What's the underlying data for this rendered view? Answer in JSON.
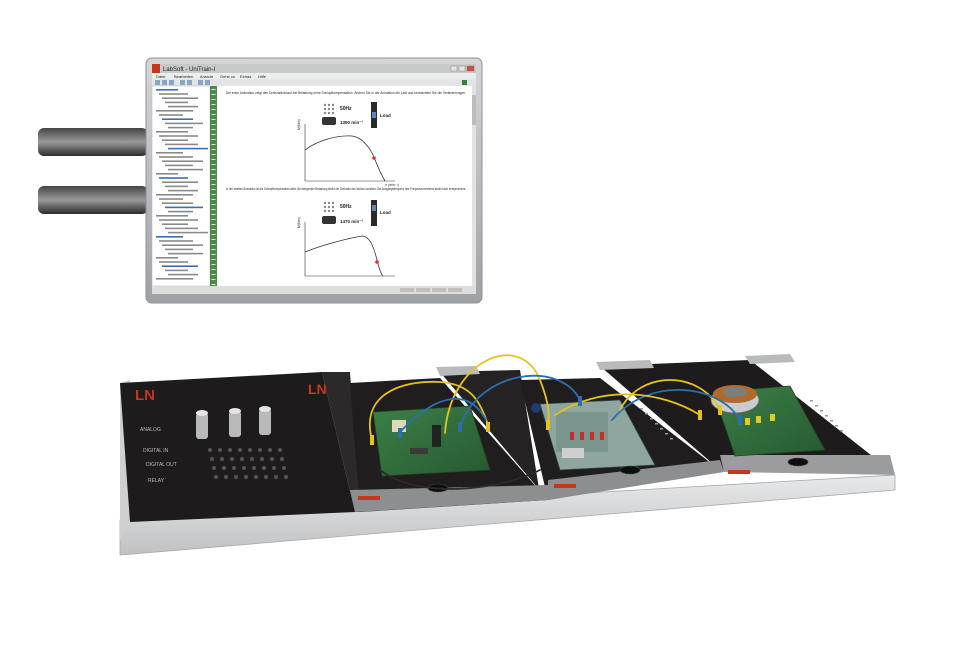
{
  "monitor": {
    "window_title": "LabSoft - UniTrain-I",
    "menu": [
      "Datei",
      "Bearbeiten",
      "Ansicht",
      "Gehe zu",
      "Extras",
      "Hilfe"
    ],
    "paragraph_1": "Die erste Animation zeigt den Drehzahlverlauf bei Belastung ohne Schlupfkompensation. Ändern Sie in der Animation die Last und beobachten Sie die Veränderungen.",
    "paragraph_2": "In der zweiten Animation ist die Schlupfkompensation aktiv. Bei steigender Belastung bleibt die Drehzahl des Motors konstant. Die Ausgangsfrequenz des Frequenzumrichters ändert sich entsprechend.",
    "anim1": {
      "freq": "50Hz",
      "speed": "1390 min⁻¹",
      "load": "Load"
    },
    "anim2": {
      "freq": "50Hz",
      "speed": "1470 min⁻¹",
      "load": "Load"
    },
    "axis_y": "M(Nm)",
    "axis_x": "n (min⁻¹)"
  },
  "panel": {
    "logos": [
      "LN",
      "LN"
    ],
    "labels": [
      "ANALOG",
      "DIGITAL IN",
      "DIGITAL OUT",
      "RELAY"
    ]
  },
  "colors": {
    "panel_top": "#1d1b1c",
    "panel_side": "#d9dadb",
    "bezel": "#b9bcbf",
    "pcb": "#2f6b3a",
    "wire_yellow": "#e6c21b",
    "wire_blue": "#2b6fb0",
    "logo_red": "#c4361d"
  }
}
